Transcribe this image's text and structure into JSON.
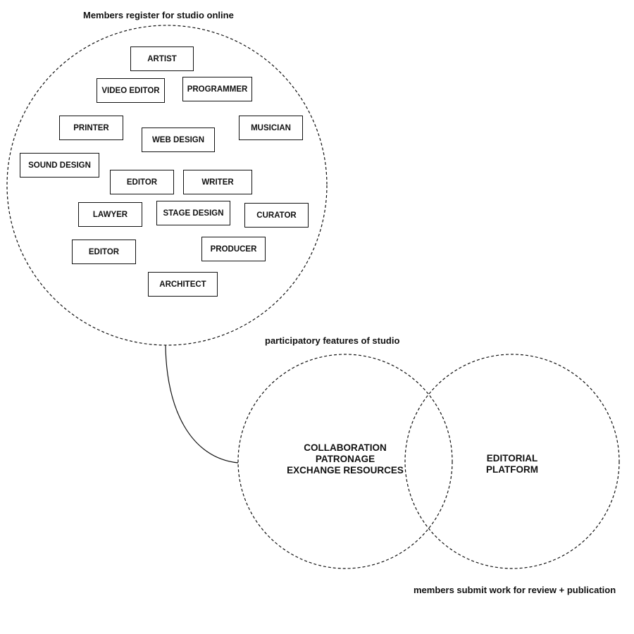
{
  "captions": {
    "register": "Members register for studio online",
    "participatory": "participatory features of studio",
    "submit": "members submit work for review + publication"
  },
  "roles": [
    "ARTIST",
    "VIDEO EDITOR",
    "PROGRAMMER",
    "PRINTER",
    "WEB DESIGN",
    "MUSICIAN",
    "SOUND DESIGN",
    "EDITOR",
    "WRITER",
    "LAWYER",
    "STAGE DESIGN",
    "CURATOR",
    "EDITOR",
    "PRODUCER",
    "ARCHITECT"
  ],
  "studio_features": [
    "COLLABORATION",
    "PATRONAGE",
    "EXCHANGE RESOURCES"
  ],
  "editorial": [
    "EDITORIAL",
    "PLATFORM"
  ]
}
